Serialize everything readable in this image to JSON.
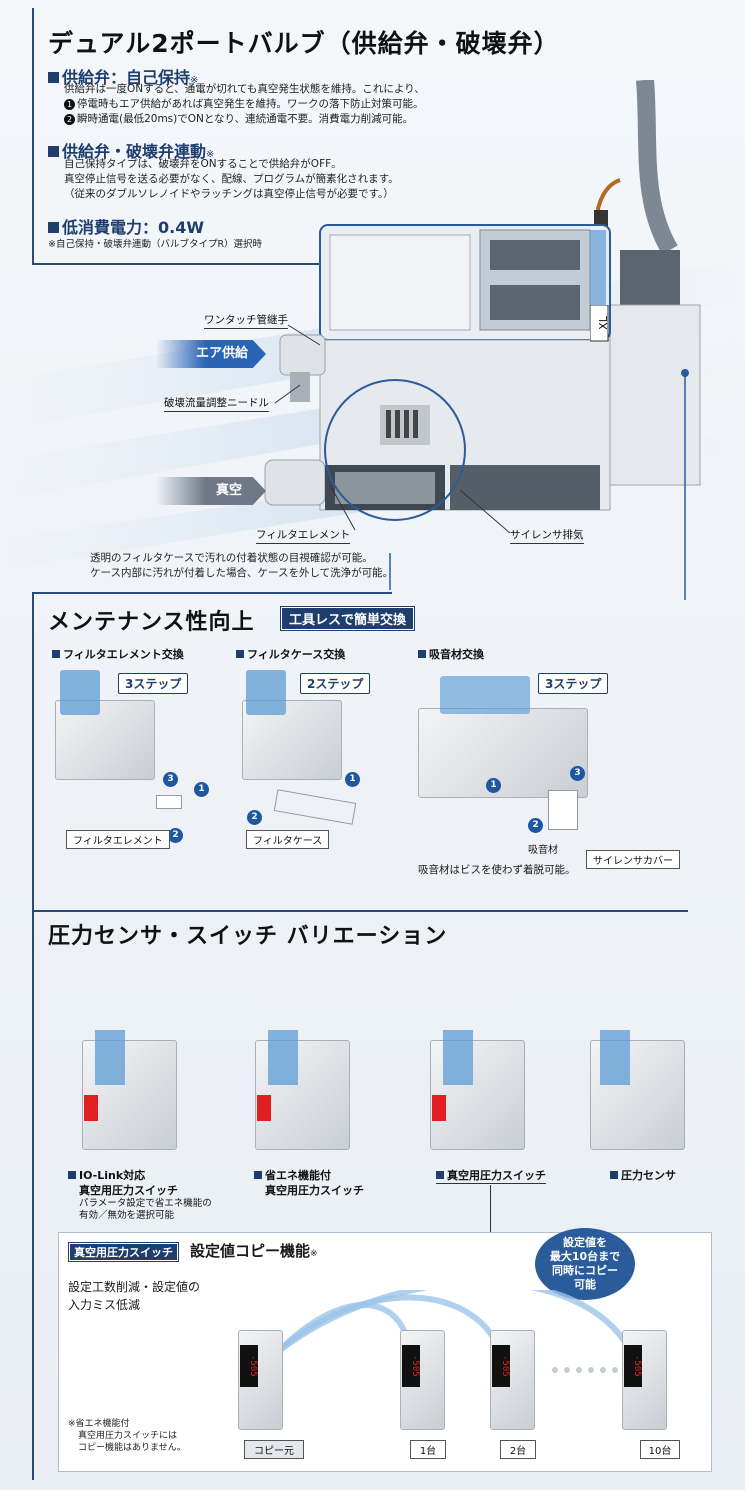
{
  "section1": {
    "title": "デュアル2ポートバルブ（供給弁・破壊弁）",
    "sub1": {
      "label": "供給弁：自己保持",
      "mark": "※",
      "line1": "供給弁は一度ONすると、通電が切れても真空発生状態を維持。これにより、",
      "line2": "停電時もエア供給があれば真空発生を維持。ワークの落下防止対策可能。",
      "line3": "瞬時通電(最低20ms)でONとなり、連続通電不要。消費電力削減可能。",
      "n1": "1",
      "n2": "2"
    },
    "sub2": {
      "label": "供給弁・破壊弁連動",
      "mark": "※",
      "line1": "自己保持タイプは、破壊弁をONすることで供給弁がOFF。",
      "line2": "真空停止信号を送る必要がなく、配線、プログラムが簡素化されます。",
      "line3": "（従来のダブルソレノイドやラッチングは真空停止信号が必要です。）"
    },
    "sub3": {
      "label": "低消費電力：0.4W"
    },
    "note": "※自己保持・破壊弁連動（バルブタイプR）選択時"
  },
  "diagram": {
    "air_supply": "エア供給",
    "vacuum": "真空",
    "one_touch": "ワンタッチ管継手",
    "needle": "破壊流量調整ニードル",
    "filter": "フィルタエレメント",
    "silencer": "サイレンサ排気",
    "caption1": "透明のフィルタケースで汚れの付着状態の目視確認が可能。",
    "caption2": "ケース内部に汚れが付着した場合、ケースを外して洗浄が可能。",
    "logo": "XL"
  },
  "section2": {
    "title": "メンテナンス性向上",
    "badge": "工具レスで簡単交換",
    "col1": {
      "head": "フィルタエレメント交換",
      "steps": "3ステップ",
      "part": "フィルタエレメント"
    },
    "col2": {
      "head": "フィルタケース交換",
      "steps": "2ステップ",
      "part": "フィルタケース"
    },
    "col3": {
      "head": "吸音材交換",
      "steps": "3ステップ",
      "part1": "吸音材",
      "part2": "サイレンサカバー",
      "caption": "吸音材はビスを使わず着脱可能。"
    },
    "n1": "1",
    "n2": "2",
    "n3": "3"
  },
  "section3": {
    "title": "圧力センサ・スイッチ バリエーション",
    "v1": {
      "line1": "IO-Link対応",
      "line2": "真空用圧力スイッチ",
      "note1": "パラメータ設定で省エネ機能の",
      "note2": "有効／無効を選択可能"
    },
    "v2": {
      "line1": "省エネ機能付",
      "line2": "真空用圧力スイッチ"
    },
    "v3": {
      "line1": "真空用圧力スイッチ"
    },
    "v4": {
      "line1": "圧力センサ"
    },
    "copy": {
      "tag": "真空用圧力スイッチ",
      "title": "設定値コピー機能",
      "mark": "※",
      "desc1": "設定工数削減・設定値の",
      "desc2": "入力ミス低減",
      "bubble1": "設定値を",
      "bubble2": "最大10台まで",
      "bubble3": "同時にコピー",
      "bubble4": "可能",
      "note1": "※省エネ機能付",
      "note2": "真空用圧力スイッチには",
      "note3": "コピー機能はありません。",
      "units": [
        "コピー元",
        "1台",
        "2台",
        "10台"
      ],
      "display": "-505"
    }
  },
  "colors": {
    "navy": "#1e3e6e",
    "accent": "#1e56a0",
    "display_red": "#e02020"
  }
}
